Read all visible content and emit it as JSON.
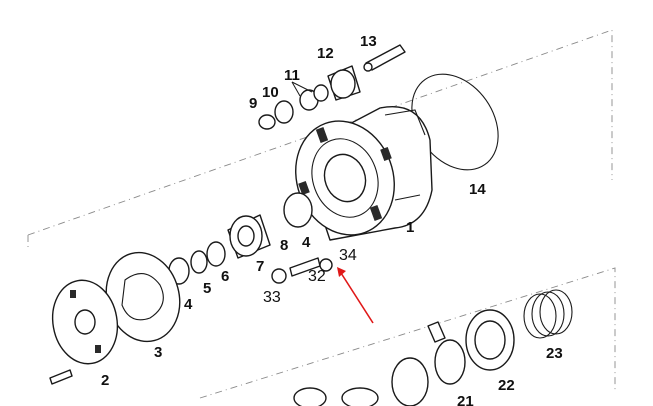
{
  "diagram": {
    "type": "exploded-parts-view",
    "accent_color": "#e01818",
    "callouts": [
      {
        "id": "c1",
        "label": "1"
      },
      {
        "id": "c2",
        "label": "2"
      },
      {
        "id": "c3",
        "label": "3"
      },
      {
        "id": "c4a",
        "label": "4"
      },
      {
        "id": "c4b",
        "label": "4"
      },
      {
        "id": "c5",
        "label": "5"
      },
      {
        "id": "c6",
        "label": "6"
      },
      {
        "id": "c7",
        "label": "7"
      },
      {
        "id": "c8",
        "label": "8"
      },
      {
        "id": "c9",
        "label": "9"
      },
      {
        "id": "c10",
        "label": "10"
      },
      {
        "id": "c11",
        "label": "11"
      },
      {
        "id": "c12",
        "label": "12"
      },
      {
        "id": "c13",
        "label": "13"
      },
      {
        "id": "c14",
        "label": "14"
      },
      {
        "id": "c21",
        "label": "21"
      },
      {
        "id": "c22",
        "label": "22"
      },
      {
        "id": "c23",
        "label": "23"
      },
      {
        "id": "c32",
        "label": "32"
      },
      {
        "id": "c33",
        "label": "33"
      },
      {
        "id": "c34",
        "label": "34"
      }
    ]
  }
}
